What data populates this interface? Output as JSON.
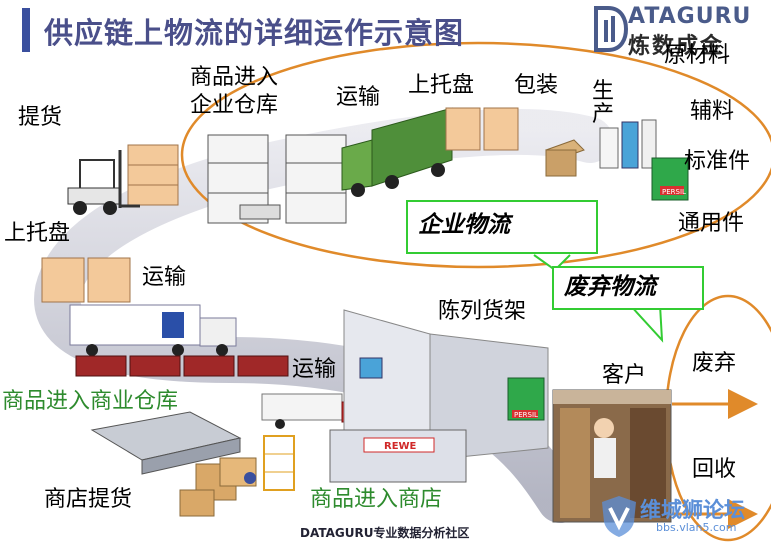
{
  "title": "供应链上物流的详细运作示意图",
  "logo": {
    "top": "ATAGURU",
    "bottom": "炼数成金"
  },
  "labels": {
    "goods_into_enterprise_warehouse": "商品进入\n企业仓库",
    "transport_top": "运输",
    "palletize_top": "上托盘",
    "packaging": "包装",
    "production": "生\n产",
    "pickup": "提货",
    "palletize_left": "上托盘",
    "transport_mid": "运输",
    "display_shelf": "陈列货架",
    "transport_low": "运输",
    "goods_into_commercial_warehouse": "商品进入商业仓库",
    "customer": "客户",
    "store_pickup": "商店提货",
    "goods_into_store": "商品进入商店",
    "raw_materials": "原材料",
    "auxiliary": "辅料",
    "standard_parts": "标准件",
    "general_parts": "通用件",
    "waste": "废弃",
    "recycle": "回收"
  },
  "callouts": {
    "enterprise_logistics": "企业物流",
    "waste_logistics": "废弃物流"
  },
  "product_labels": {
    "rewe": "REWE",
    "persil": "PERSIL"
  },
  "footer": "DATAGURU专业数据分析社区",
  "watermark": {
    "text": "维城狮论坛",
    "url": "bbs.vlan5.com"
  },
  "colors": {
    "title": "#4a4f8a",
    "ellipse": "#e08a2a",
    "callout_border": "#33cc33",
    "green_text": "#2e8b2e",
    "arrow": "#e08a2a"
  }
}
